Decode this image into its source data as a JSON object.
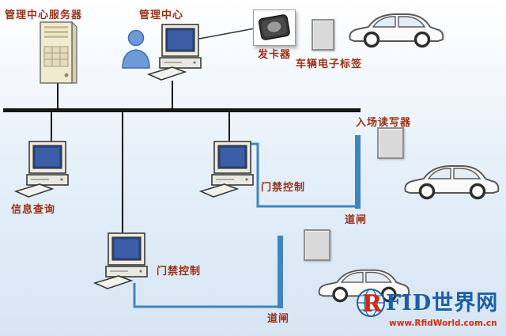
{
  "colors": {
    "label": "#9a3118",
    "bus": "#161616",
    "blue": "#3f86c0",
    "logo_blue": "#1a5fa8",
    "logo_red": "#d42a10",
    "background_top": "#ffffff",
    "background_bottom": "#d7e5f3"
  },
  "nodes": {
    "server": {
      "label": "管理中心服务器"
    },
    "management_center": {
      "label": "管理中心"
    },
    "card_issuer": {
      "label": "发卡器"
    },
    "vehicle_tag": {
      "label": "车辆电子标签"
    },
    "info_query": {
      "label": "信息查询"
    },
    "access_control_1": {
      "label": "门禁控制"
    },
    "entrance_reader": {
      "label": "入场读写器"
    },
    "barrier_1": {
      "label": "道闸"
    },
    "access_control_2": {
      "label": "门禁控制"
    },
    "barrier_2": {
      "label": "道闸"
    }
  },
  "logo": {
    "r": "R",
    "text": "FID世界网",
    "url": "www.RfidWorld.com.cn"
  }
}
